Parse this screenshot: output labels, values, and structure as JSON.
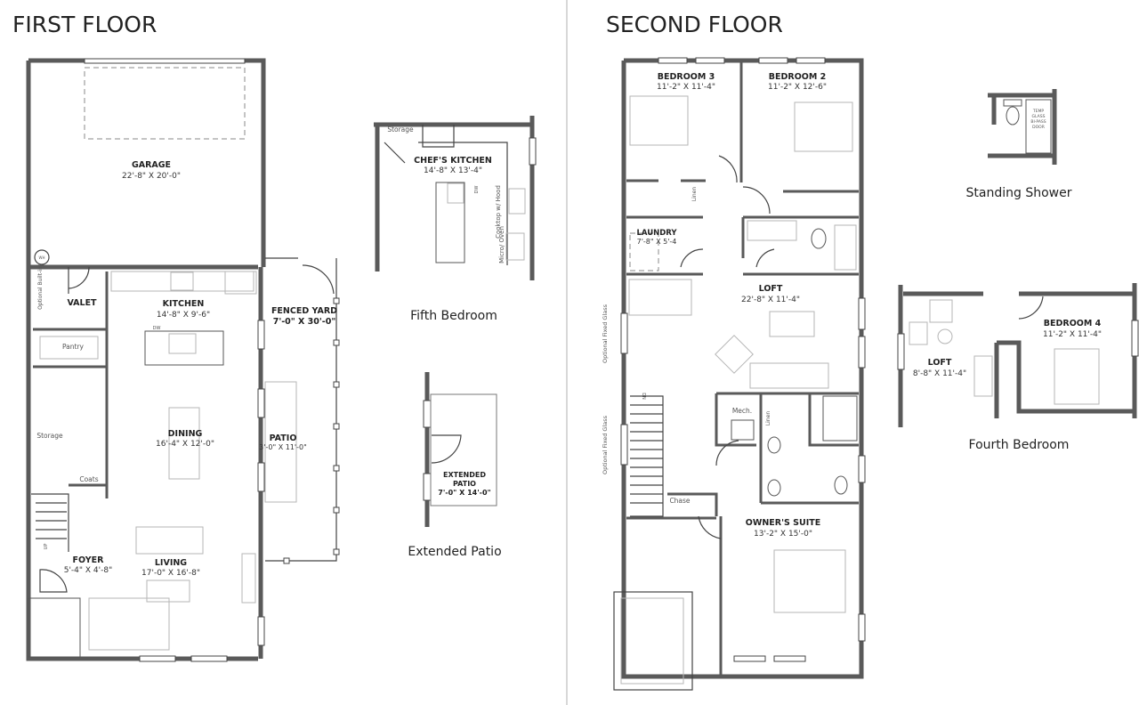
{
  "first_floor": {
    "title": "FIRST FLOOR",
    "rooms": {
      "garage": {
        "name": "GARAGE",
        "dims": "22'-8\" X 20'-0\""
      },
      "valet": {
        "name": "VALET"
      },
      "kitchen": {
        "name": "KITCHEN",
        "dims": "14'-8\" X 9'-6\""
      },
      "fenced_yard": {
        "name": "FENCED YARD",
        "dims": "7'-0\" X 30'-0\""
      },
      "dining": {
        "name": "DINING",
        "dims": "16'-4\" X 12'-0\""
      },
      "patio": {
        "name": "PATIO",
        "dims": "3'-0\" X 11'-0\""
      },
      "foyer": {
        "name": "FOYER",
        "dims": "5'-4\" X 4'-8\""
      },
      "living": {
        "name": "LIVING",
        "dims": "17'-0\" X 16'-8\""
      }
    },
    "labels": {
      "pantry": "Pantry",
      "storage": "Storage",
      "coats": "Coats",
      "optional_builtins": "Optional Built-ins",
      "up": "UP",
      "wh": "WH",
      "dw": "DW"
    }
  },
  "options": {
    "fifth_bedroom": {
      "caption": "Fifth Bedroom",
      "room": "CHEF'S KITCHEN",
      "dims": "14'-8\" X 13'-4\"",
      "storage": "Storage",
      "dw": "DW",
      "cooktop": "Cooktop w/ Hood",
      "micro": "Micro/ Oven"
    },
    "extended_patio": {
      "caption": "Extended Patio",
      "line1": "EXTENDED",
      "line2": "PATIO",
      "dims": "7'-0\" X 14'-0\""
    },
    "standing_shower": {
      "caption": "Standing Shower",
      "note1": "TEMP",
      "note2": "GLASS",
      "note3": "BI-PASS",
      "note4": "DOOR"
    },
    "fourth_bedroom": {
      "caption": "Fourth Bedroom",
      "bedroom": "BEDROOM 4",
      "bedroom_dims": "11'-2\" X 11'-4\"",
      "loft": "LOFT",
      "loft_dims": "8'-8\" X 11'-4\""
    }
  },
  "second_floor": {
    "title": "SECOND FLOOR",
    "rooms": {
      "bedroom3": {
        "name": "BEDROOM 3",
        "dims": "11'-2\" X 11'-4\""
      },
      "bedroom2": {
        "name": "BEDROOM 2",
        "dims": "11'-2\" X 12'-6\""
      },
      "laundry": {
        "name": "LAUNDRY",
        "dims": "7'-8\" X 5'-4"
      },
      "loft": {
        "name": "LOFT",
        "dims": "22'-8\" X 11'-4\""
      },
      "owners_suite": {
        "name": "OWNER'S SUITE",
        "dims": "13'-2\" X 15'-0\""
      }
    },
    "labels": {
      "linen": "Linen",
      "linen2": "Linen",
      "mech": "Mech.",
      "chase": "Chase",
      "dn": "DN",
      "optional_glass": "Optional Fixed Glass",
      "optional_glass2": "Optional Fixed Glass"
    }
  }
}
